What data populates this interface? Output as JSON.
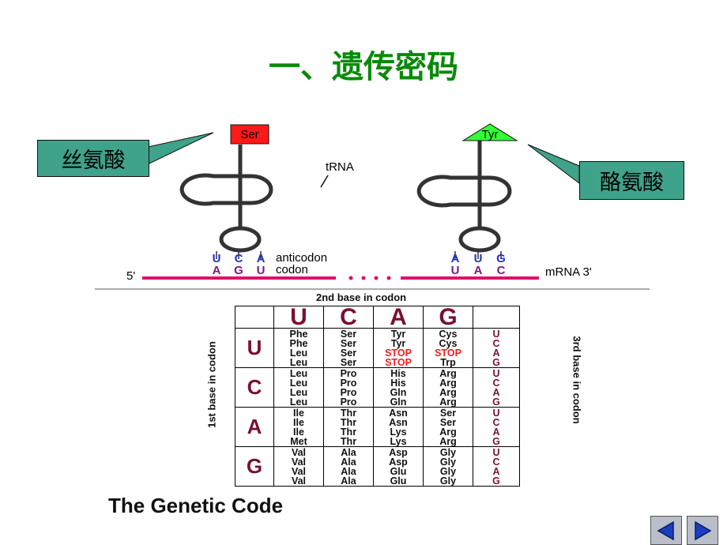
{
  "title": "一、遗传密码",
  "callouts": {
    "left": "丝氨酸",
    "right": "酪氨酸"
  },
  "trna": {
    "left": {
      "aa": "Ser",
      "aa_color": "#ff1a1a",
      "anticodon": [
        "U",
        "C",
        "A"
      ],
      "codon": [
        "A",
        "G",
        "U"
      ]
    },
    "right": {
      "aa": "Tyr",
      "aa_color": "#33ff33",
      "anticodon": [
        "A",
        "U",
        "G"
      ],
      "codon": [
        "U",
        "A",
        "C"
      ]
    },
    "label_trna": "tRNA",
    "label_anticodon": "anticodon",
    "label_codon": "codon",
    "label_5": "5'",
    "label_mrna": "mRNA  3'"
  },
  "table": {
    "axis_top": "2nd base in codon",
    "axis_left": "1st base in codon",
    "axis_right": "3rd base in codon",
    "second_bases": [
      "U",
      "C",
      "A",
      "G"
    ],
    "rows": [
      {
        "first": "U",
        "cells": [
          [
            "Phe",
            "Phe",
            "Leu",
            "Leu"
          ],
          [
            "Ser",
            "Ser",
            "Ser",
            "Ser"
          ],
          [
            "Tyr",
            "Tyr",
            "STOP",
            "STOP"
          ],
          [
            "Cys",
            "Cys",
            "STOP",
            "Trp"
          ]
        ],
        "third": [
          "U",
          "C",
          "A",
          "G"
        ]
      },
      {
        "first": "C",
        "cells": [
          [
            "Leu",
            "Leu",
            "Leu",
            "Leu"
          ],
          [
            "Pro",
            "Pro",
            "Pro",
            "Pro"
          ],
          [
            "His",
            "His",
            "Gln",
            "Gln"
          ],
          [
            "Arg",
            "Arg",
            "Arg",
            "Arg"
          ]
        ],
        "third": [
          "U",
          "C",
          "A",
          "G"
        ]
      },
      {
        "first": "A",
        "cells": [
          [
            "Ile",
            "Ile",
            "Ile",
            "Met"
          ],
          [
            "Thr",
            "Thr",
            "Thr",
            "Thr"
          ],
          [
            "Asn",
            "Asn",
            "Lys",
            "Lys"
          ],
          [
            "Ser",
            "Ser",
            "Arg",
            "Arg"
          ]
        ],
        "third": [
          "U",
          "C",
          "A",
          "G"
        ]
      },
      {
        "first": "G",
        "cells": [
          [
            "Val",
            "Val",
            "Val",
            "Val"
          ],
          [
            "Ala",
            "Ala",
            "Ala",
            "Ala"
          ],
          [
            "Asp",
            "Asp",
            "Glu",
            "Glu"
          ],
          [
            "Gly",
            "Gly",
            "Gly",
            "Gly"
          ]
        ],
        "third": [
          "U",
          "C",
          "A",
          "G"
        ]
      }
    ],
    "caption": "The Genetic Code"
  },
  "colors": {
    "title": "#0a8a0a",
    "callout": "#3fa28a",
    "mrna": "#e0106a",
    "base_blue": "#2233cc",
    "base_purple": "#7a1a7a",
    "table_letter": "#7a1030"
  },
  "nav": {
    "prev_icon": "triangle-left-icon",
    "next_icon": "triangle-right-icon"
  }
}
